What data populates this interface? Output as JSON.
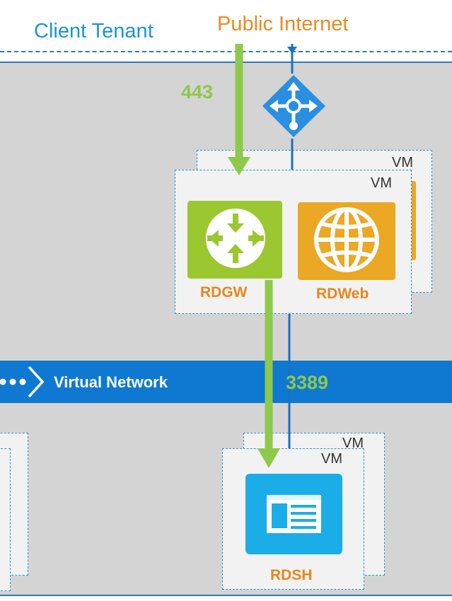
{
  "header": {
    "client_tenant": "Client Tenant",
    "public_internet": "Public Internet"
  },
  "ports": {
    "https": "443",
    "rdp": "3389"
  },
  "vm_label": "VM",
  "roles": {
    "gateway": "RDGW",
    "web": "RDWeb",
    "session_host": "RDSH"
  },
  "network": {
    "label": "Virtual Network"
  },
  "colors": {
    "client_tenant": "#1a96d4",
    "public_internet": "#ee8a23",
    "arrow": "#8dc94a",
    "vnet": "#0f79d2",
    "gateway_tile": "#9bc730",
    "web_tile": "#eaa824",
    "rdsh_tile": "#1bade8"
  },
  "icons": [
    "load-balancer-icon",
    "gateway-icon",
    "globe-icon",
    "remote-desktop-icon",
    "virtual-network-icon"
  ]
}
